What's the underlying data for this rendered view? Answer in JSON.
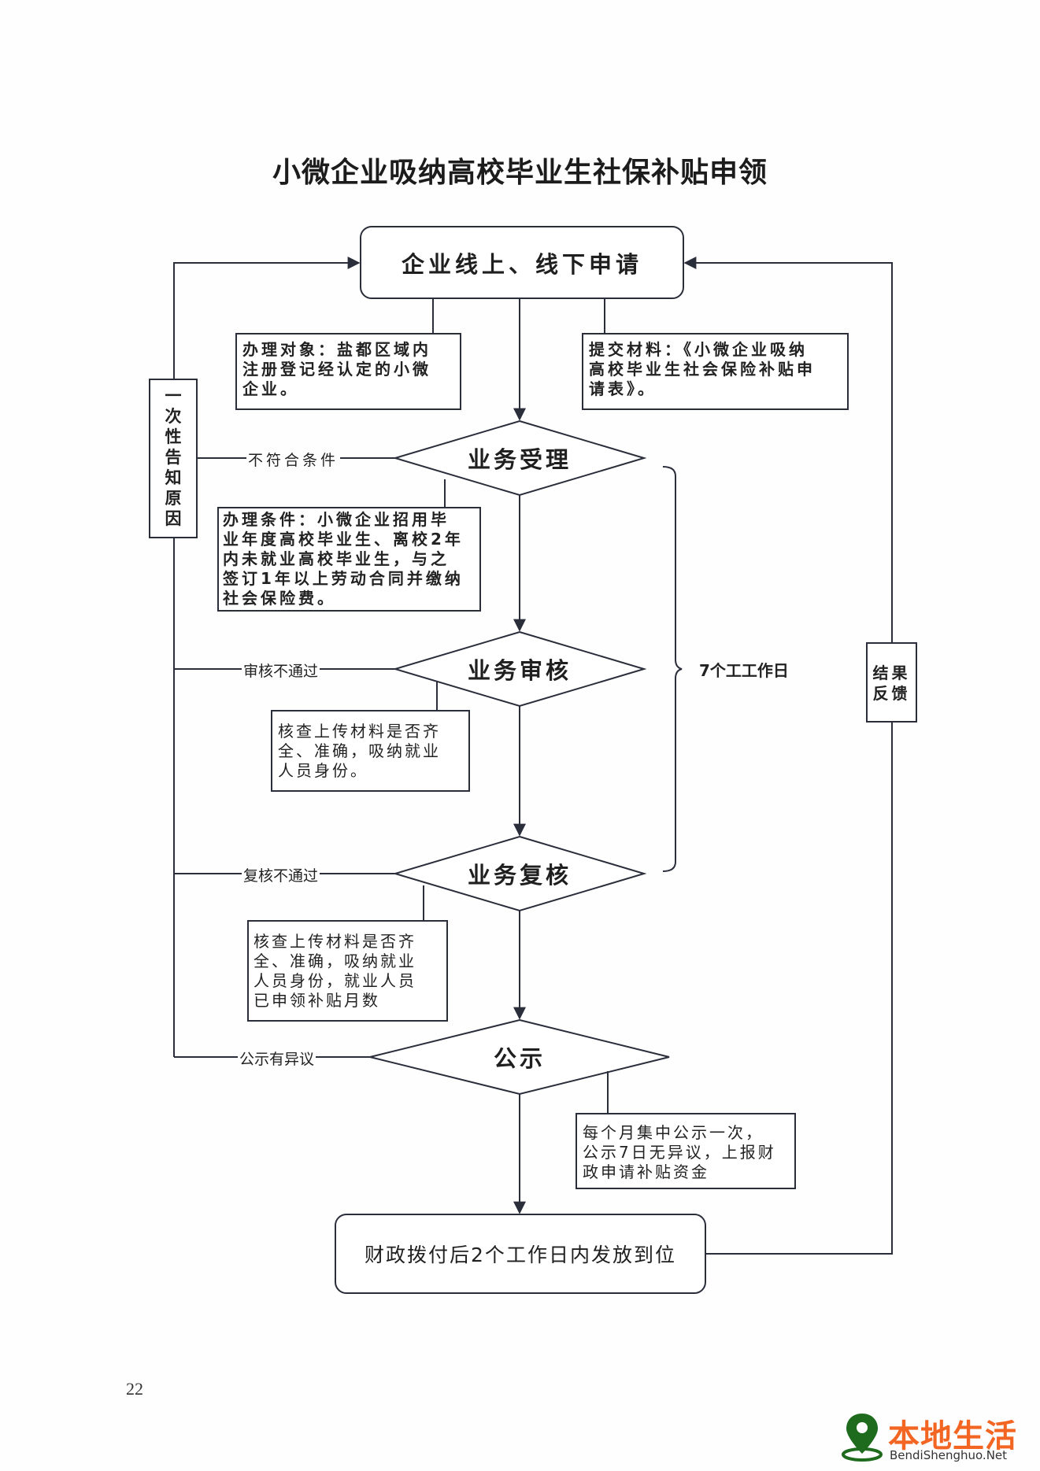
{
  "document": {
    "title": "小微企业吸纳高校毕业生社保补贴申领",
    "page_number": "22"
  },
  "flow": {
    "start": "企业线上、线下申请",
    "steps": [
      {
        "label": "业务受理",
        "reject_label": "不符合条件"
      },
      {
        "label": "业务审核",
        "reject_label": "审核不通过"
      },
      {
        "label": "业务复核",
        "reject_label": "复核不通过"
      },
      {
        "label": "公示",
        "reject_label": "公示有异议"
      }
    ],
    "end": "财政拨付后2个工作日内发放到位"
  },
  "notes": {
    "target": "办理对象：盐都区域内\n注册登记经认定的小微\n企业。",
    "materials": "提交材料：《小微企业吸纳\n高校毕业生社会保险补贴申\n请表》。",
    "conditions": "办理条件：小微企业招用毕\n业年度高校毕业生、离校2年\n内未就业高校毕业生，与之\n签订1年以上劳动合同并缴纳\n社会保险费。",
    "review": "核查上传材料是否齐\n全、准确，吸纳就业\n人员身份。",
    "recheck": "核查上传材料是否齐\n全、准确，吸纳就业\n人员身份，就业人员\n已申领补贴月数",
    "publicity": "每个月集中公示一次，\n公示7日无异议，上报财\n政申请补贴资金"
  },
  "side_boxes": {
    "left": "一\n次\n性\n告\n知\n原\n因",
    "right": "结果\n反馈"
  },
  "bracket_label": "7个工工作日",
  "watermark": {
    "icon": "map-pin-icon",
    "text_cn": "本地生活",
    "text_en": "BendiShenghuo.Net",
    "pin_color": "#1e6b1e",
    "text_color": "#f26522"
  },
  "colors": {
    "stroke": "#2a2d3a",
    "text": "#1f1f1f"
  }
}
